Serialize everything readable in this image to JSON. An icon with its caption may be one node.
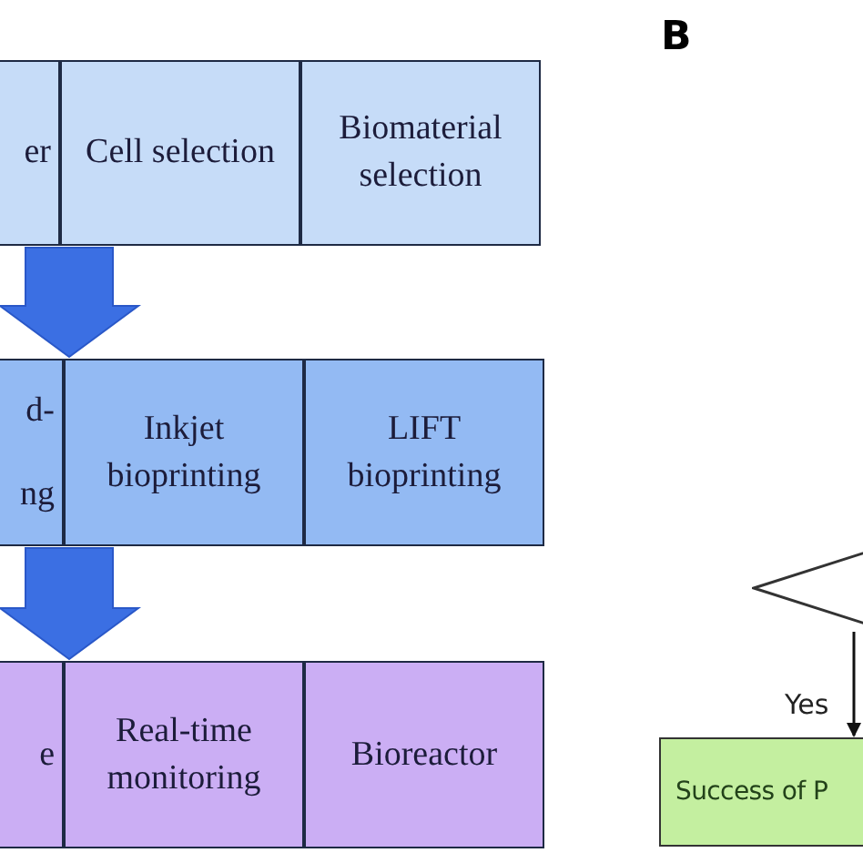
{
  "diagram": {
    "nodes": [
      {
        "text": [
          "er"
        ]
      },
      {
        "text": [
          "Cell selection"
        ]
      },
      {
        "text": [
          "Biomaterial selection"
        ]
      },
      {
        "text": [
          "d- ng"
        ]
      },
      {
        "text": [
          "Inkjet bioprinting"
        ]
      },
      {
        "text": [
          "LIFT bioprinting"
        ]
      },
      {
        "text": [
          "e"
        ]
      },
      {
        "text": [
          "Real-time monitoring"
        ]
      },
      {
        "text": [
          "Bioreactor"
        ]
      },
      {
        "text": [],
        "shape": "diamond"
      },
      {
        "text": [
          "Success of P"
        ]
      }
    ],
    "edges": [
      {
        "from": 0,
        "to": 3,
        "arrow": "to",
        "style": "thick",
        "color": "#3b6fe3"
      },
      {
        "from": 3,
        "to": 6,
        "arrow": "to",
        "style": "thick",
        "color": "#3b6fe3"
      },
      {
        "from": 9,
        "to": 10,
        "arrow": "to",
        "label": "Yes"
      }
    ],
    "labels": [
      "B"
    ]
  }
}
